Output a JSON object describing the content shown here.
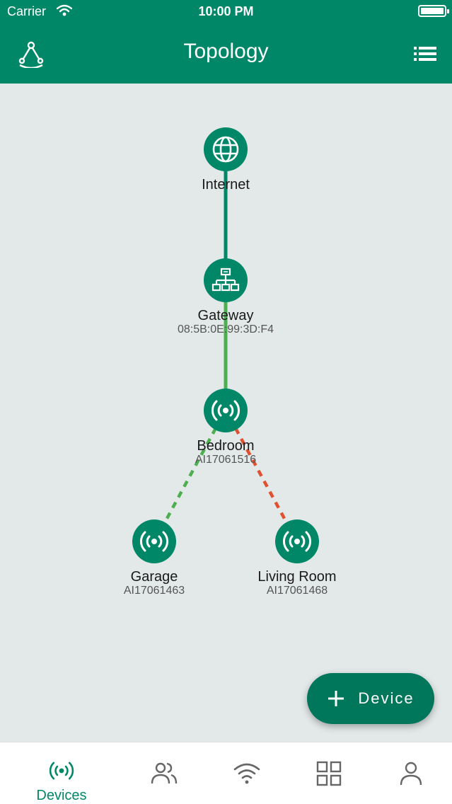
{
  "status_bar": {
    "carrier": "Carrier",
    "time": "10:00 PM"
  },
  "app_bar": {
    "title": "Topology",
    "left_icon": "topology-icon",
    "right_icon": "list-icon"
  },
  "nodes": {
    "internet": {
      "name": "Internet",
      "icon": "globe-icon"
    },
    "gateway": {
      "name": "Gateway",
      "mac": "08:5B:0E:99:3D:F4",
      "icon": "network-icon"
    },
    "bedroom": {
      "name": "Bedroom",
      "id": "AI17061516",
      "icon": "wireless-icon"
    },
    "garage": {
      "name": "Garage",
      "id": "AI17061463",
      "icon": "wireless-icon"
    },
    "living_room": {
      "name": "Living Room",
      "id": "AI17061468",
      "icon": "wireless-icon"
    }
  },
  "links": {
    "internet_gateway": {
      "style": "solid",
      "color": "#008767"
    },
    "gateway_bedroom": {
      "style": "solid",
      "color": "#4caf50"
    },
    "bedroom_garage": {
      "style": "dashed",
      "color": "#4caf50"
    },
    "bedroom_living_room": {
      "style": "dashed",
      "color": "#e0522f"
    }
  },
  "fab": {
    "label": "Device",
    "icon": "plus-icon"
  },
  "tabs": [
    {
      "label": "Devices",
      "icon": "wireless-icon",
      "active": true
    },
    {
      "label": "",
      "icon": "users-icon",
      "active": false
    },
    {
      "label": "",
      "icon": "wifi-icon",
      "active": false
    },
    {
      "label": "",
      "icon": "grid-icon",
      "active": false
    },
    {
      "label": "",
      "icon": "user-icon",
      "active": false
    }
  ],
  "colors": {
    "primary": "#008767",
    "background": "#e3e8e8",
    "good": "#4caf50",
    "warn": "#e0522f"
  }
}
